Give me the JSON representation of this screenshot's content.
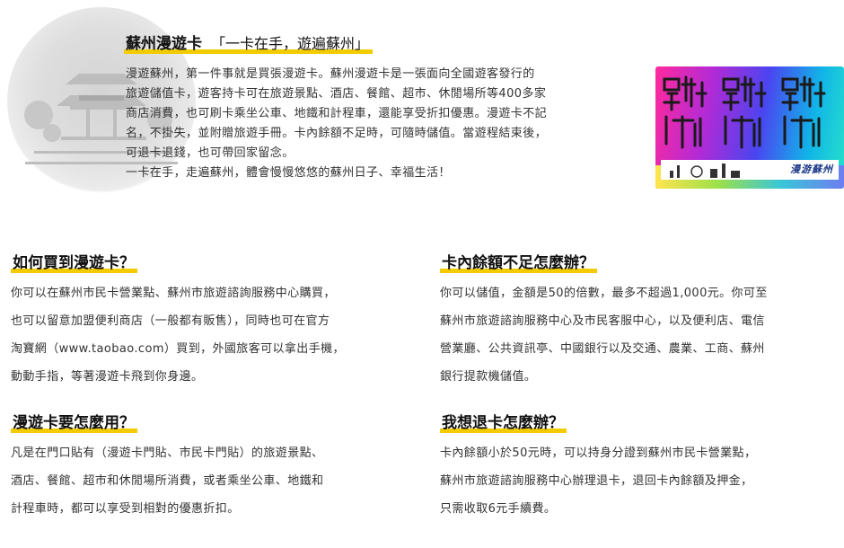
{
  "intro": {
    "title": "蘇州漫遊卡",
    "slogan": "「一卡在手，遊遍蘇州」",
    "lines": [
      "漫遊蘇州，第一件事就是買張漫遊卡。蘇州漫遊卡是一張面向全國遊客發行的",
      "旅遊儲值卡，遊客持卡可在旅遊景點、酒店、餐館、超市、休閒場所等400多家",
      "商店消費，也可刷卡乘坐公車、地鐵和計程車，還能享受折扣優惠。漫遊卡不記",
      "名，不掛失，並附贈旅遊手冊。卡內餘額不足時，可隨時儲值。當遊程結束後，",
      "可退卡退錢，也可帶回家留念。",
      "一卡在手，走遍蘇州，體會慢慢悠悠的蘇州日子、幸福生活！"
    ]
  },
  "card": {
    "brand_text": "漫游蘇州",
    "colors": [
      "#ff2a9c",
      "#b22ad6",
      "#4a45f0",
      "#11b5e8",
      "#27e2c8"
    ]
  },
  "sections": [
    {
      "title": "如何買到漫遊卡？",
      "lines": [
        "你可以在蘇州市民卡營業點、蘇州市旅遊諮詢服務中心購買，",
        "也可以留意加盟便利商店（一般都有販售），同時也可在官方",
        "淘寶網（www.taobao.com）買到，外國旅客可以拿出手機，",
        "動動手指，等著漫遊卡飛到你身邊。"
      ]
    },
    {
      "title": "卡內餘額不足怎麼辦？",
      "lines": [
        "你可以儲值，金額是50的倍數，最多不超過1,000元。你可至",
        "蘇州市旅遊諮詢服務中心及市民客服中心，以及便利店、電信",
        "營業廳、公共資訊亭、中國銀行以及交通、農業、工商、蘇州",
        "銀行提款機儲值。"
      ]
    },
    {
      "title": "漫遊卡要怎麼用？",
      "lines": [
        "凡是在門口貼有（漫遊卡門貼、市民卡門貼）的旅遊景點、",
        "酒店、餐館、超市和休閒場所消費，或者乘坐公車、地鐵和",
        "計程車時，都可以享受到相對的優惠折扣。"
      ]
    },
    {
      "title": "我想退卡怎麼辦？",
      "lines": [
        "卡內餘額小於50元時，可以持身分證到蘇州市民卡營業點，",
        "蘇州市旅遊諮詢服務中心辦理退卡，退回卡內餘額及押金，",
        "只需收取6元手續費。"
      ]
    }
  ],
  "accent_color": "#f2cc00"
}
